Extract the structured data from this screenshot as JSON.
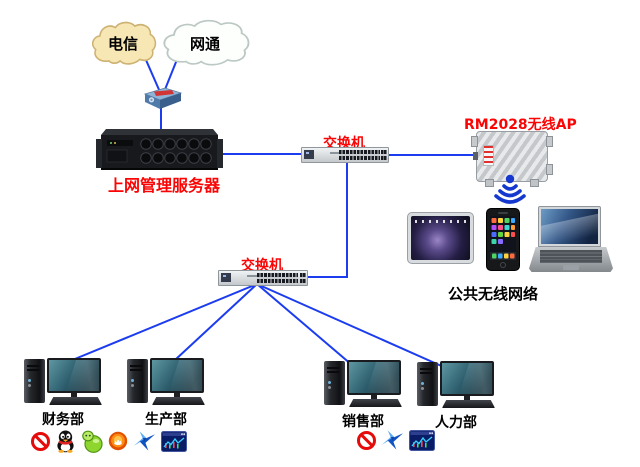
{
  "colors": {
    "line_blue": "#1c3cf0",
    "label_red": "#fa0505",
    "label_black": "#000000",
    "cloud_telecom_fill": "#f7e7b4",
    "cloud_netcom_fill": "#fdfffd"
  },
  "clouds": [
    {
      "label": "电信"
    },
    {
      "label": "网通"
    }
  ],
  "nodes": {
    "server_label": "上网管理服务器",
    "switch1_label": "交换机",
    "switch2_label": "交换机",
    "ap_label": "RM2028无线AP",
    "wireless_group_label": "公共无线网络"
  },
  "departments": [
    {
      "label": "财务部"
    },
    {
      "label": "生产部"
    },
    {
      "label": "销售部"
    },
    {
      "label": "人力部"
    }
  ],
  "icons": {
    "left_row": [
      "blocked",
      "qq",
      "popo",
      "flame",
      "thunder",
      "stock-chart"
    ],
    "right_row": [
      "blocked",
      "thunder",
      "stock-chart"
    ]
  }
}
